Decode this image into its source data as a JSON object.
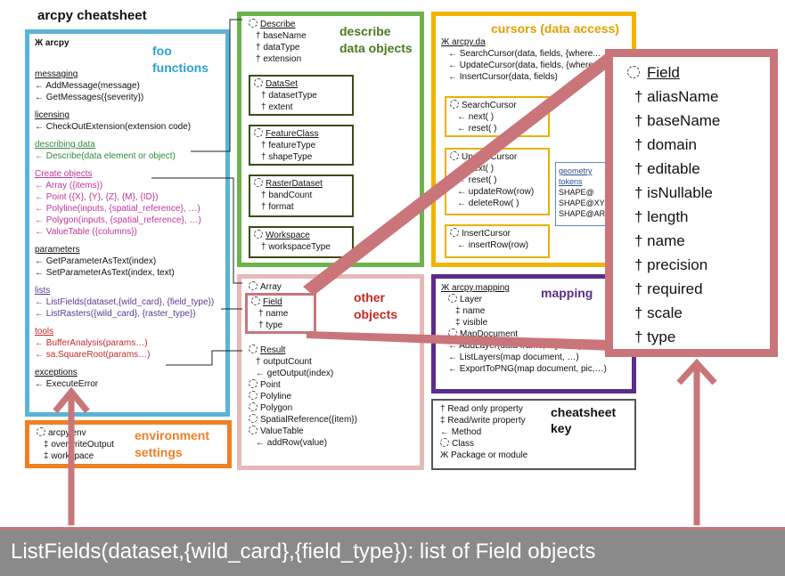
{
  "title": "arcpy cheatsheet",
  "functions": {
    "module": "Ж arcpy",
    "heading": [
      "foo",
      "functions"
    ],
    "sections": [
      {
        "name": "messaging",
        "items": [
          "← AddMessage(message)",
          "← GetMessages({severity})"
        ]
      },
      {
        "name": "licensing",
        "items": [
          "← CheckOutExtension(extension code)"
        ]
      },
      {
        "name": "describing data",
        "items": [
          "← Describe(data element or object)"
        ]
      },
      {
        "name": "Create objects",
        "items": [
          "← Array ({items})",
          "← Point ({X}, {Y}, {Z}, {M}, {ID})",
          "← Polyline(inputs, {spatial_reference}, …)",
          "← Polygon(inputs, {spatial_reference}, …)",
          "← ValueTable ({columns})"
        ]
      },
      {
        "name": "parameters",
        "items": [
          "← GetParameterAsText(index)",
          "← SetParameterAsText(index, text)"
        ]
      },
      {
        "name": "lists",
        "items": [
          "← ListFields(dataset,{wild_card}, {field_type})",
          "← ListRasters({wild_card}, {raster_type})"
        ]
      },
      {
        "name": "tools",
        "items": [
          "← BufferAnalysis(params…)",
          "← sa.SquareRoot(params…)"
        ]
      },
      {
        "name": "exceptions",
        "items": [
          "← ExecuteError"
        ]
      }
    ]
  },
  "environment": {
    "heading": [
      "environment",
      "settings"
    ],
    "items": [
      "arcpy.env",
      "‡ overwriteOutput",
      "‡ workspace"
    ]
  },
  "describe": {
    "heading": [
      "describe",
      "data objects"
    ],
    "class": "Describe",
    "props": [
      "† baseName",
      "† dataType",
      "† extension"
    ],
    "subs": [
      {
        "name": "DataSet",
        "props": [
          "† datasetType",
          "† extent"
        ]
      },
      {
        "name": "FeatureClass",
        "props": [
          "† featureType",
          "† shapeType"
        ]
      },
      {
        "name": "RasterDataset",
        "props": [
          "† bandCount",
          "† format"
        ]
      },
      {
        "name": "Workspace",
        "props": [
          "† workspaceType"
        ]
      }
    ]
  },
  "cursors": {
    "heading": "cursors (data access)",
    "module": "Ж arcpy.da",
    "methods": [
      "← SearchCursor(data, fields, {where...",
      "← UpdateCursor(data, fields, {where...",
      "← InsertCursor(data, fields)"
    ],
    "search": {
      "name": "SearchCursor",
      "items": [
        "← next( )",
        "← reset( )"
      ]
    },
    "update": {
      "name": "UpdateCursor",
      "items": [
        "← next( )",
        "← reset( )",
        "← updateRow(row)",
        "← deleteRow( )"
      ]
    },
    "insert": {
      "name": "InsertCursor",
      "items": [
        "← insertRow(row)"
      ]
    },
    "tokens": {
      "title": [
        "geometry",
        "tokens"
      ],
      "items": [
        "SHAPE@",
        "SHAPE@XY",
        "SHAPE@AREA"
      ]
    }
  },
  "other": {
    "heading": [
      "other",
      "objects"
    ],
    "array": "Array",
    "field": {
      "name": "Field",
      "props": [
        "† name",
        "† type"
      ]
    },
    "result": {
      "name": "Result",
      "items": [
        "† outputCount",
        "← getOutput(index)"
      ]
    },
    "classes": [
      "Point",
      "Polyline",
      "Polygon",
      "SpatialReference({item})",
      "ValueTable"
    ],
    "valuetable_method": "← addRow(value)"
  },
  "mapping": {
    "heading": "mapping",
    "module": "Ж arcpy.mapping",
    "layer": "Layer",
    "layer_props": [
      "‡ name",
      "‡ visible"
    ],
    "mapdoc": "MapDocument",
    "methods": [
      "← AddLayer(data frame, layer, ...)",
      "← ListLayers(map document, …)",
      "← ExportToPNG(map document, pic,…)"
    ]
  },
  "key": {
    "heading": [
      "cheatsheet",
      "key"
    ],
    "items": [
      "† Read only property",
      "‡ Read/write property",
      "← Method",
      "Class",
      "Ж Package or module"
    ]
  },
  "zoom": {
    "title": "Field",
    "props": [
      "† aliasName",
      "† baseName",
      "† domain",
      "† editable",
      "† isNullable",
      "† length",
      "† name",
      "† precision",
      "† required",
      "† scale",
      "† type"
    ]
  },
  "caption": "ListFields(dataset,{wild_card},{field_type}): list of Field objects",
  "colors": {
    "functions": "#5ab4d6",
    "environment": "#f07f24",
    "describe": "#6bb34a",
    "cursors": "#f0b400",
    "other": "#e8b8b8",
    "mapping": "#5b2d8a",
    "key": "#555555",
    "callout": "#c9757a",
    "caption_bg": "#8a8a8a"
  }
}
